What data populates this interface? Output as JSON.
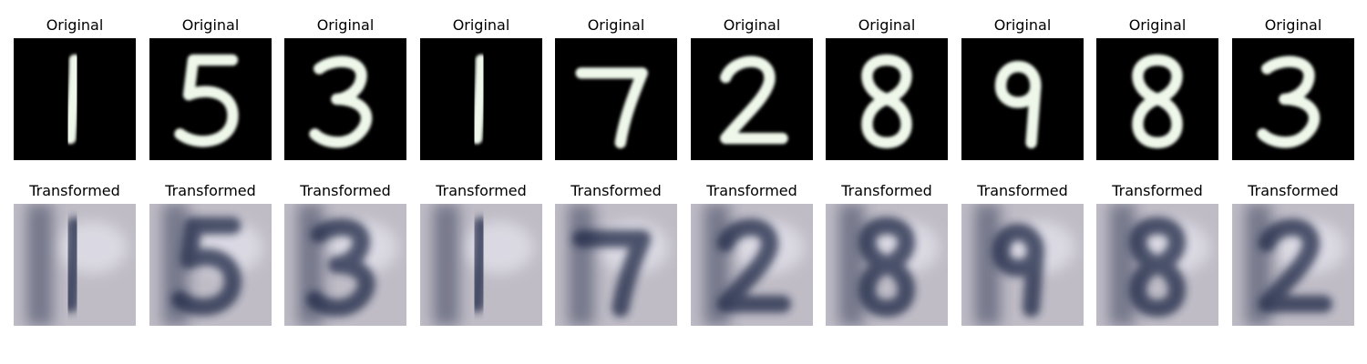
{
  "rows": {
    "original": {
      "title": "Original",
      "background": "#000000",
      "stroke": "#eef7ea"
    },
    "transformed": {
      "title": "Transformed",
      "background": "#bfbcc6",
      "dark": "#1f2545",
      "light": "#e6e5ee"
    }
  },
  "panels": [
    {
      "digit": "1",
      "transformed_digit": "1"
    },
    {
      "digit": "5",
      "transformed_digit": "5"
    },
    {
      "digit": "3",
      "transformed_digit": "3"
    },
    {
      "digit": "1",
      "transformed_digit": "1"
    },
    {
      "digit": "7",
      "transformed_digit": "7"
    },
    {
      "digit": "2",
      "transformed_digit": "2"
    },
    {
      "digit": "8",
      "transformed_digit": "8"
    },
    {
      "digit": "9",
      "transformed_digit": "9"
    },
    {
      "digit": "8",
      "transformed_digit": "8"
    },
    {
      "digit": "3",
      "transformed_digit": "2"
    }
  ]
}
